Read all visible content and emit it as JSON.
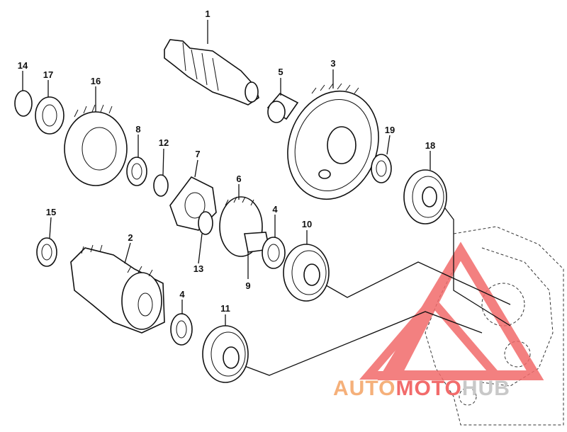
{
  "diagram": {
    "parts": [
      {
        "id": "1",
        "label": "1"
      },
      {
        "id": "2",
        "label": "2"
      },
      {
        "id": "3",
        "label": "3"
      },
      {
        "id": "4a",
        "label": "4"
      },
      {
        "id": "4b",
        "label": "4"
      },
      {
        "id": "5",
        "label": "5"
      },
      {
        "id": "6",
        "label": "6"
      },
      {
        "id": "7",
        "label": "7"
      },
      {
        "id": "8",
        "label": "8"
      },
      {
        "id": "9",
        "label": "9"
      },
      {
        "id": "10",
        "label": "10"
      },
      {
        "id": "11",
        "label": "11"
      },
      {
        "id": "12",
        "label": "12"
      },
      {
        "id": "13",
        "label": "13"
      },
      {
        "id": "14",
        "label": "14"
      },
      {
        "id": "15",
        "label": "15"
      },
      {
        "id": "16",
        "label": "16"
      },
      {
        "id": "17",
        "label": "17"
      },
      {
        "id": "18",
        "label": "18"
      },
      {
        "id": "19",
        "label": "19"
      }
    ]
  },
  "watermark": {
    "text_part1": "AUTO",
    "text_part2": "MOTO",
    "text_part3": "HUB",
    "color_primary": "#f26b6b",
    "color_secondary": "#f5b07a",
    "color_tertiary": "#cfcfcf"
  }
}
